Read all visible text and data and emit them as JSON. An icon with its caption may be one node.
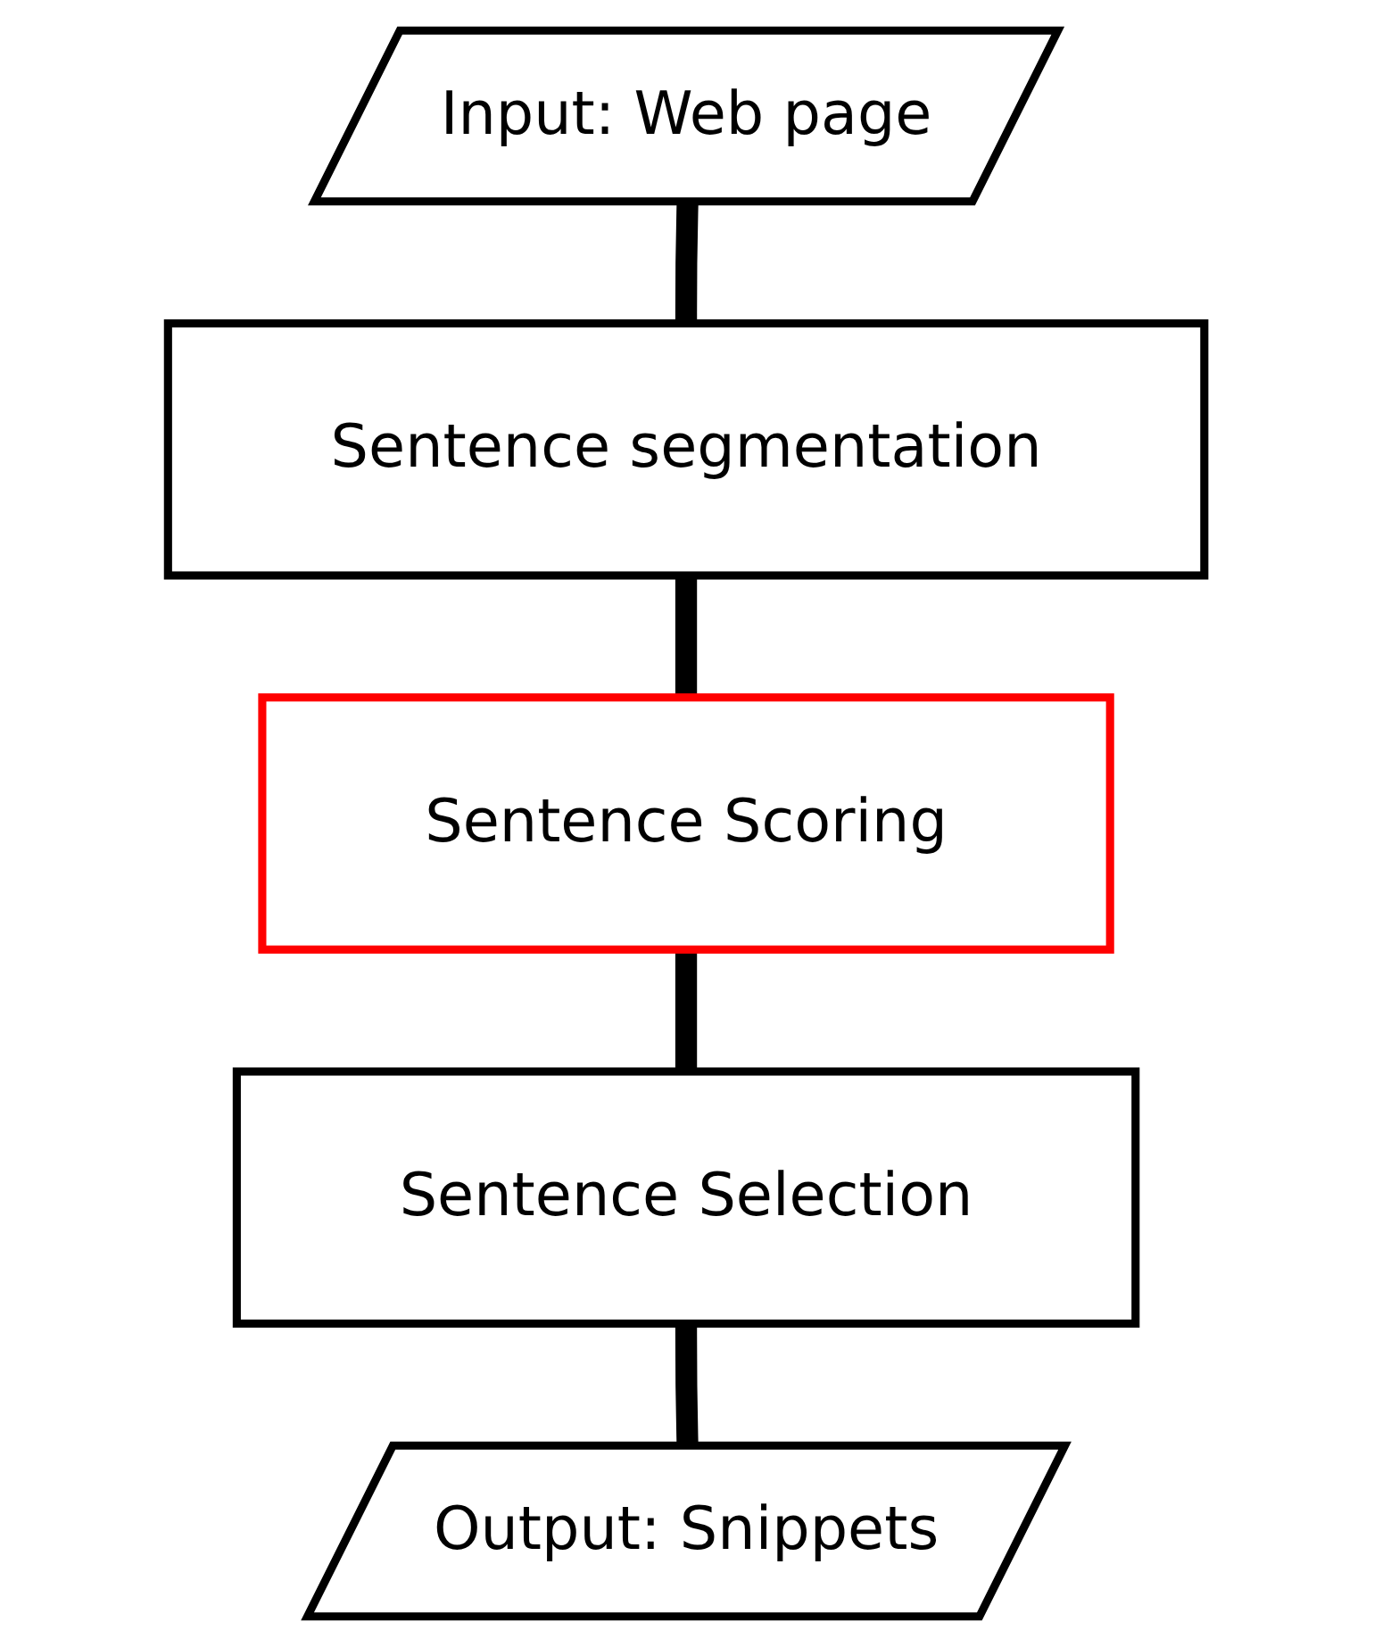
{
  "diagram": {
    "nodes": [
      {
        "text": [
          "Input: Web page"
        ]
      },
      {
        "text": [
          "Sentence segmentation"
        ]
      },
      {
        "text": [
          "Sentence Scoring"
        ]
      },
      {
        "text": [
          "Sentence Selection"
        ]
      },
      {
        "text": [
          "Output: Snippets"
        ]
      }
    ],
    "edges": [
      {
        "from": 0,
        "to": 1,
        "arrow": "none"
      },
      {
        "from": 1,
        "to": 2,
        "arrow": "none"
      },
      {
        "from": 2,
        "to": 3,
        "arrow": "none"
      },
      {
        "from": 3,
        "to": 4,
        "arrow": "none"
      }
    ]
  }
}
